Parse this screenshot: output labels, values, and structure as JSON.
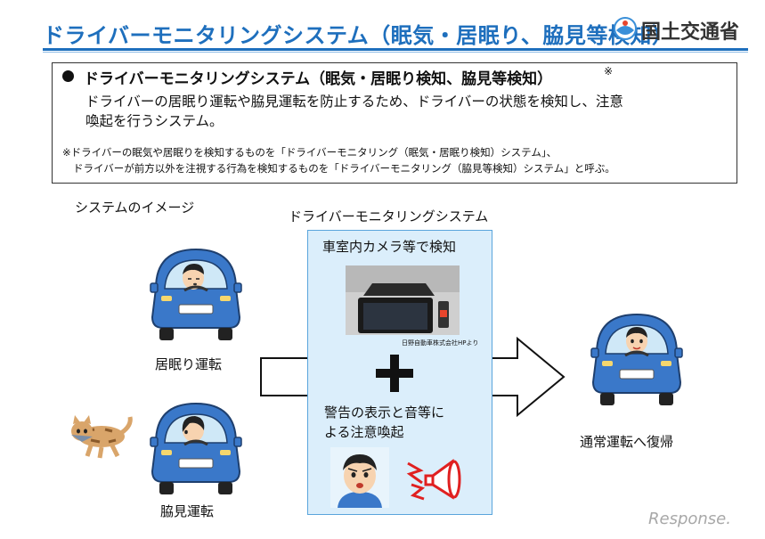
{
  "header": {
    "title": "ドライバーモニタリングシステム（眠気・居眠り、脇見等検知）",
    "ministry": "国土交通省"
  },
  "definition": {
    "heading": "ドライバーモニタリングシステム（眠気・居眠り検知、脇見等検知）",
    "heading_mark": "※",
    "body_line1": "ドライバーの居眠り運転や脇見運転を防止するため、ドライバーの状態を検知し、注意",
    "body_line2": "喚起を行うシステム。",
    "note_line1": "※ドライバーの眠気や居眠りを検知するものを「ドライバーモニタリング（眠気・居眠り検知）システム」、",
    "note_line2": "ドライバーが前方以外を注視する行為を検知するものを「ドライバーモニタリング（脇見等検知）システム」と呼ぶ。"
  },
  "diagram": {
    "image_label": "システムのイメージ",
    "system_label": "ドライバーモニタリングシステム",
    "camera_label": "車室内カメラ等で検知",
    "photo_credit": "日野自動車株式会社HPより",
    "warning_line1": "警告の表示と音等に",
    "warning_line2": "よる注意喚起",
    "doze_label": "居眠り運転",
    "side_label": "脇見運転",
    "normal_label": "通常運転へ復帰"
  },
  "watermark": "Response.",
  "colors": {
    "title_blue": "#1e6fbd",
    "panel_fill": "#dbeefb",
    "panel_border": "#5aa5dc",
    "car_blue": "#3a78c9"
  },
  "icons": [
    "ministry-logo-icon",
    "car-dozing-icon",
    "car-looking-away-icon",
    "car-normal-icon",
    "cat-icon",
    "worried-driver-icon",
    "alarm-horn-icon",
    "right-arrow-icon",
    "plus-icon"
  ]
}
